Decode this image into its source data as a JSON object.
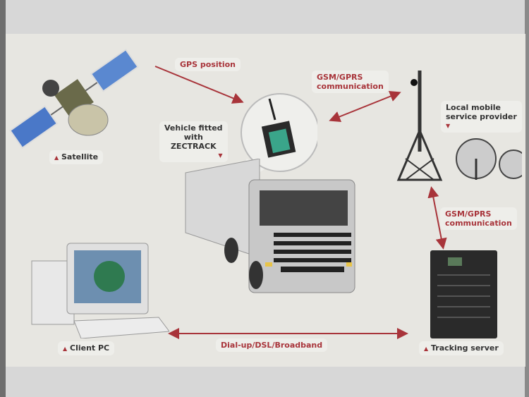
{
  "diagram": {
    "labels": {
      "gps": "GPS position",
      "gsm_top_1": "GSM/GPRS",
      "gsm_top_2": "communication",
      "vehicle_1": "Vehicle fitted",
      "vehicle_2": "with",
      "vehicle_3": "ZECTRACK",
      "provider_1": "Local mobile",
      "provider_2": "service provider",
      "satellite": "Satellite",
      "gsm_right_1": "GSM/GPRS",
      "gsm_right_2": "communication",
      "client": "Client PC",
      "link": "Dial-up/DSL/Broadband",
      "server": "Tracking server"
    },
    "colors": {
      "accent": "#a8343a",
      "background": "#e7e6e1"
    }
  }
}
